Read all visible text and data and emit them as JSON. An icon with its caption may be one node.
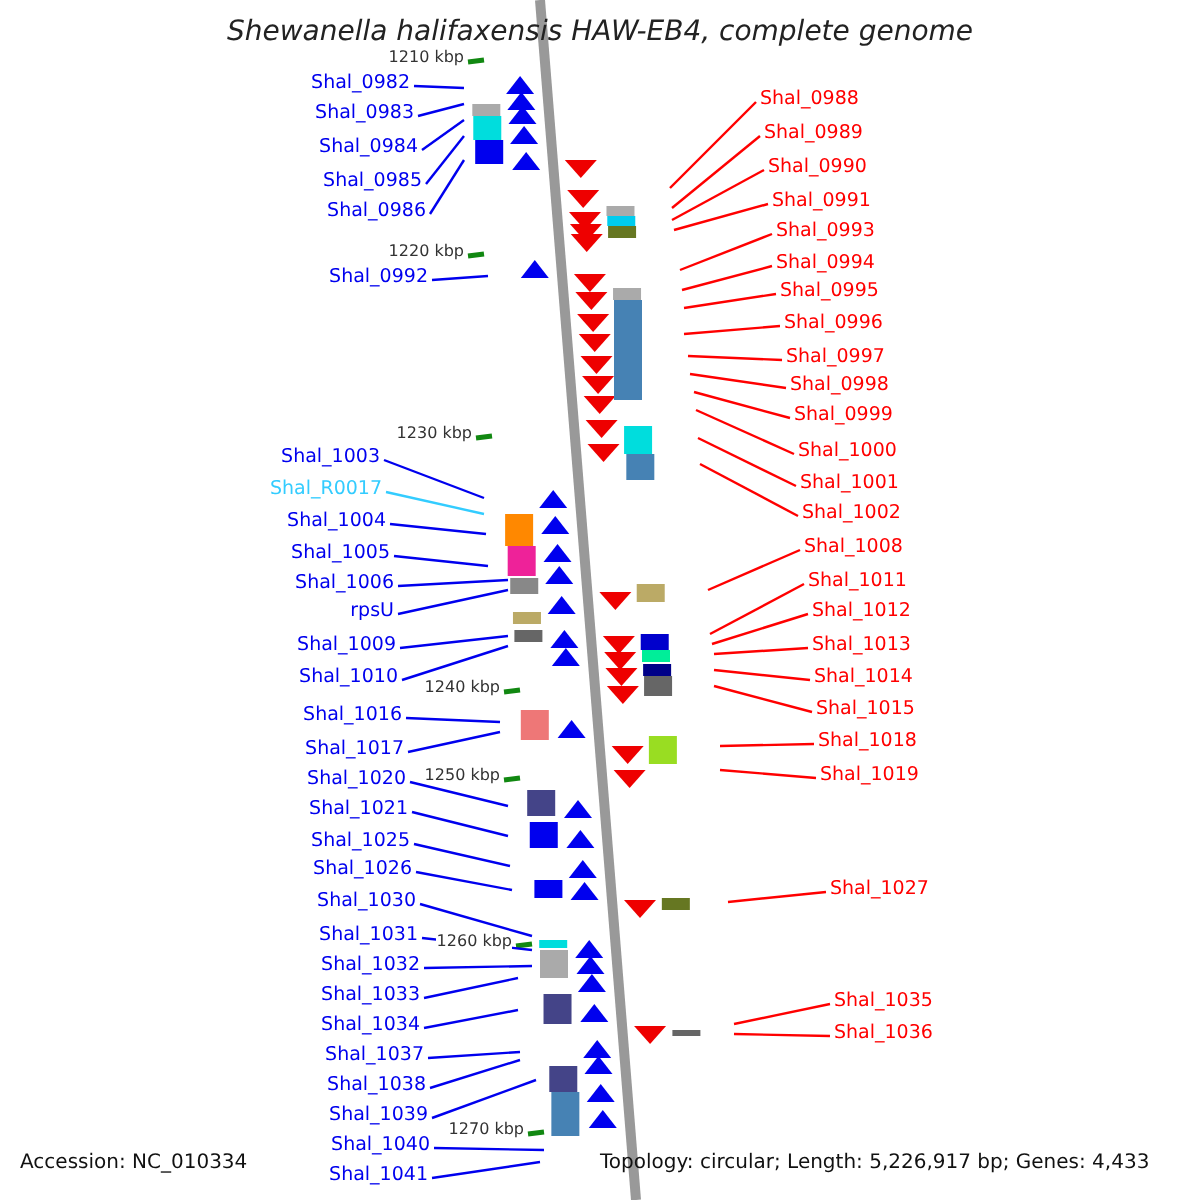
{
  "diagram": {
    "title": "Shewanella halifaxensis HAW-EB4, complete genome",
    "nodes": [
      {
        "text": [
          "Shal_0982"
        ]
      },
      {
        "text": [
          "Shal_0983"
        ]
      },
      {
        "text": [
          "Shal_0984"
        ]
      },
      {
        "text": [
          "Shal_0985"
        ]
      },
      {
        "text": [
          "Shal_0986"
        ]
      },
      {
        "text": [
          "Shal_0992"
        ]
      },
      {
        "text": [
          "Shal_1003"
        ]
      },
      {
        "text": [
          "Shal_R0017"
        ]
      },
      {
        "text": [
          "Shal_1004"
        ]
      },
      {
        "text": [
          "Shal_1005"
        ]
      },
      {
        "text": [
          "Shal_1006"
        ]
      },
      {
        "text": [
          "rpsU"
        ]
      },
      {
        "text": [
          "Shal_1009"
        ]
      },
      {
        "text": [
          "Shal_1010"
        ]
      },
      {
        "text": [
          "Shal_1016"
        ]
      },
      {
        "text": [
          "Shal_1017"
        ]
      },
      {
        "text": [
          "Shal_1020"
        ]
      },
      {
        "text": [
          "Shal_1021"
        ]
      },
      {
        "text": [
          "Shal_1025"
        ]
      },
      {
        "text": [
          "Shal_1026"
        ]
      },
      {
        "text": [
          "Shal_1030"
        ]
      },
      {
        "text": [
          "Shal_1031"
        ]
      },
      {
        "text": [
          "Shal_1032"
        ]
      },
      {
        "text": [
          "Shal_1033"
        ]
      },
      {
        "text": [
          "Shal_1034"
        ]
      },
      {
        "text": [
          "Shal_1037"
        ]
      },
      {
        "text": [
          "Shal_1038"
        ]
      },
      {
        "text": [
          "Shal_1039"
        ]
      },
      {
        "text": [
          "Shal_1040"
        ]
      },
      {
        "text": [
          "Shal_1041"
        ]
      },
      {
        "text": [
          "Shal_0988"
        ]
      },
      {
        "text": [
          "Shal_0989"
        ]
      },
      {
        "text": [
          "Shal_0990"
        ]
      },
      {
        "text": [
          "Shal_0991"
        ]
      },
      {
        "text": [
          "Shal_0993"
        ]
      },
      {
        "text": [
          "Shal_0994"
        ]
      },
      {
        "text": [
          "Shal_0995"
        ]
      },
      {
        "text": [
          "Shal_0996"
        ]
      },
      {
        "text": [
          "Shal_0997"
        ]
      },
      {
        "text": [
          "Shal_0998"
        ]
      },
      {
        "text": [
          "Shal_0999"
        ]
      },
      {
        "text": [
          "Shal_1000"
        ]
      },
      {
        "text": [
          "Shal_1001"
        ]
      },
      {
        "text": [
          "Shal_1002"
        ]
      },
      {
        "text": [
          "Shal_1008"
        ]
      },
      {
        "text": [
          "Shal_1011"
        ]
      },
      {
        "text": [
          "Shal_1012"
        ]
      },
      {
        "text": [
          "Shal_1013"
        ]
      },
      {
        "text": [
          "Shal_1014"
        ]
      },
      {
        "text": [
          "Shal_1015"
        ]
      },
      {
        "text": [
          "Shal_1018"
        ]
      },
      {
        "text": [
          "Shal_1019"
        ]
      },
      {
        "text": [
          "Shal_1027"
        ]
      },
      {
        "text": [
          "Shal_1035"
        ]
      },
      {
        "text": [
          "Shal_1036"
        ]
      }
    ],
    "edges": [
      {
        "from": 0,
        "to": null,
        "arrow": "none"
      },
      {
        "from": 1,
        "to": null,
        "arrow": "none"
      },
      {
        "from": 2,
        "to": null,
        "arrow": "none"
      },
      {
        "from": 3,
        "to": null,
        "arrow": "none"
      },
      {
        "from": 4,
        "to": null,
        "arrow": "none"
      },
      {
        "from": 5,
        "to": null,
        "arrow": "none"
      },
      {
        "from": 6,
        "to": null,
        "arrow": "none"
      },
      {
        "from": 7,
        "to": null,
        "arrow": "none",
        "color": "#33ccff"
      },
      {
        "from": 8,
        "to": null,
        "arrow": "none"
      },
      {
        "from": 9,
        "to": null,
        "arrow": "none"
      },
      {
        "from": 10,
        "to": null,
        "arrow": "none"
      },
      {
        "from": 11,
        "to": null,
        "arrow": "none"
      },
      {
        "from": 12,
        "to": null,
        "arrow": "none"
      },
      {
        "from": 13,
        "to": null,
        "arrow": "none"
      },
      {
        "from": 14,
        "to": null,
        "arrow": "none"
      },
      {
        "from": 15,
        "to": null,
        "arrow": "none"
      },
      {
        "from": 16,
        "to": null,
        "arrow": "none"
      },
      {
        "from": 17,
        "to": null,
        "arrow": "none"
      },
      {
        "from": 18,
        "to": null,
        "arrow": "none"
      },
      {
        "from": 19,
        "to": null,
        "arrow": "none"
      },
      {
        "from": 20,
        "to": null,
        "arrow": "none"
      },
      {
        "from": 21,
        "to": null,
        "arrow": "none"
      },
      {
        "from": 22,
        "to": null,
        "arrow": "none"
      },
      {
        "from": 23,
        "to": null,
        "arrow": "none"
      },
      {
        "from": 24,
        "to": null,
        "arrow": "none"
      },
      {
        "from": 25,
        "to": null,
        "arrow": "none"
      },
      {
        "from": 26,
        "to": null,
        "arrow": "none"
      },
      {
        "from": 27,
        "to": null,
        "arrow": "none"
      },
      {
        "from": 28,
        "to": null,
        "arrow": "none"
      },
      {
        "from": 29,
        "to": null,
        "arrow": "none"
      },
      {
        "from": 30,
        "to": null,
        "arrow": "none",
        "color": "#ff0000"
      },
      {
        "from": 31,
        "to": null,
        "arrow": "none",
        "color": "#ff0000"
      },
      {
        "from": 32,
        "to": null,
        "arrow": "none",
        "color": "#ff0000"
      },
      {
        "from": 33,
        "to": null,
        "arrow": "none",
        "color": "#ff0000"
      },
      {
        "from": 34,
        "to": null,
        "arrow": "none",
        "color": "#ff0000"
      },
      {
        "from": 35,
        "to": null,
        "arrow": "none",
        "color": "#ff0000"
      },
      {
        "from": 36,
        "to": null,
        "arrow": "none",
        "color": "#ff0000"
      },
      {
        "from": 37,
        "to": null,
        "arrow": "none",
        "color": "#ff0000"
      },
      {
        "from": 38,
        "to": null,
        "arrow": "none",
        "color": "#ff0000"
      },
      {
        "from": 39,
        "to": null,
        "arrow": "none",
        "color": "#ff0000"
      },
      {
        "from": 40,
        "to": null,
        "arrow": "none",
        "color": "#ff0000"
      },
      {
        "from": 41,
        "to": null,
        "arrow": "none",
        "color": "#ff0000"
      },
      {
        "from": 42,
        "to": null,
        "arrow": "none",
        "color": "#ff0000"
      },
      {
        "from": 43,
        "to": null,
        "arrow": "none",
        "color": "#ff0000"
      },
      {
        "from": 44,
        "to": null,
        "arrow": "none",
        "color": "#ff0000"
      },
      {
        "from": 45,
        "to": null,
        "arrow": "none",
        "color": "#ff0000"
      },
      {
        "from": 46,
        "to": null,
        "arrow": "none",
        "color": "#ff0000"
      },
      {
        "from": 47,
        "to": null,
        "arrow": "none",
        "color": "#ff0000"
      },
      {
        "from": 48,
        "to": null,
        "arrow": "none",
        "color": "#ff0000"
      },
      {
        "from": 49,
        "to": null,
        "arrow": "none",
        "color": "#ff0000"
      },
      {
        "from": 50,
        "to": null,
        "arrow": "none",
        "color": "#ff0000"
      },
      {
        "from": 51,
        "to": null,
        "arrow": "none",
        "color": "#ff0000"
      },
      {
        "from": 52,
        "to": null,
        "arrow": "none",
        "color": "#ff0000"
      },
      {
        "from": 53,
        "to": null,
        "arrow": "none",
        "color": "#ff0000"
      },
      {
        "from": 54,
        "to": null,
        "arrow": "none",
        "color": "#ff0000"
      }
    ],
    "labels": [
      "1210 kbp",
      "1220 kbp",
      "1230 kbp",
      "1240 kbp",
      "1250 kbp",
      "1260 kbp",
      "1270 kbp",
      "Accession: NC_010334",
      "Topology: circular; Length: 5,226,917 bp; Genes: 4,433"
    ]
  }
}
